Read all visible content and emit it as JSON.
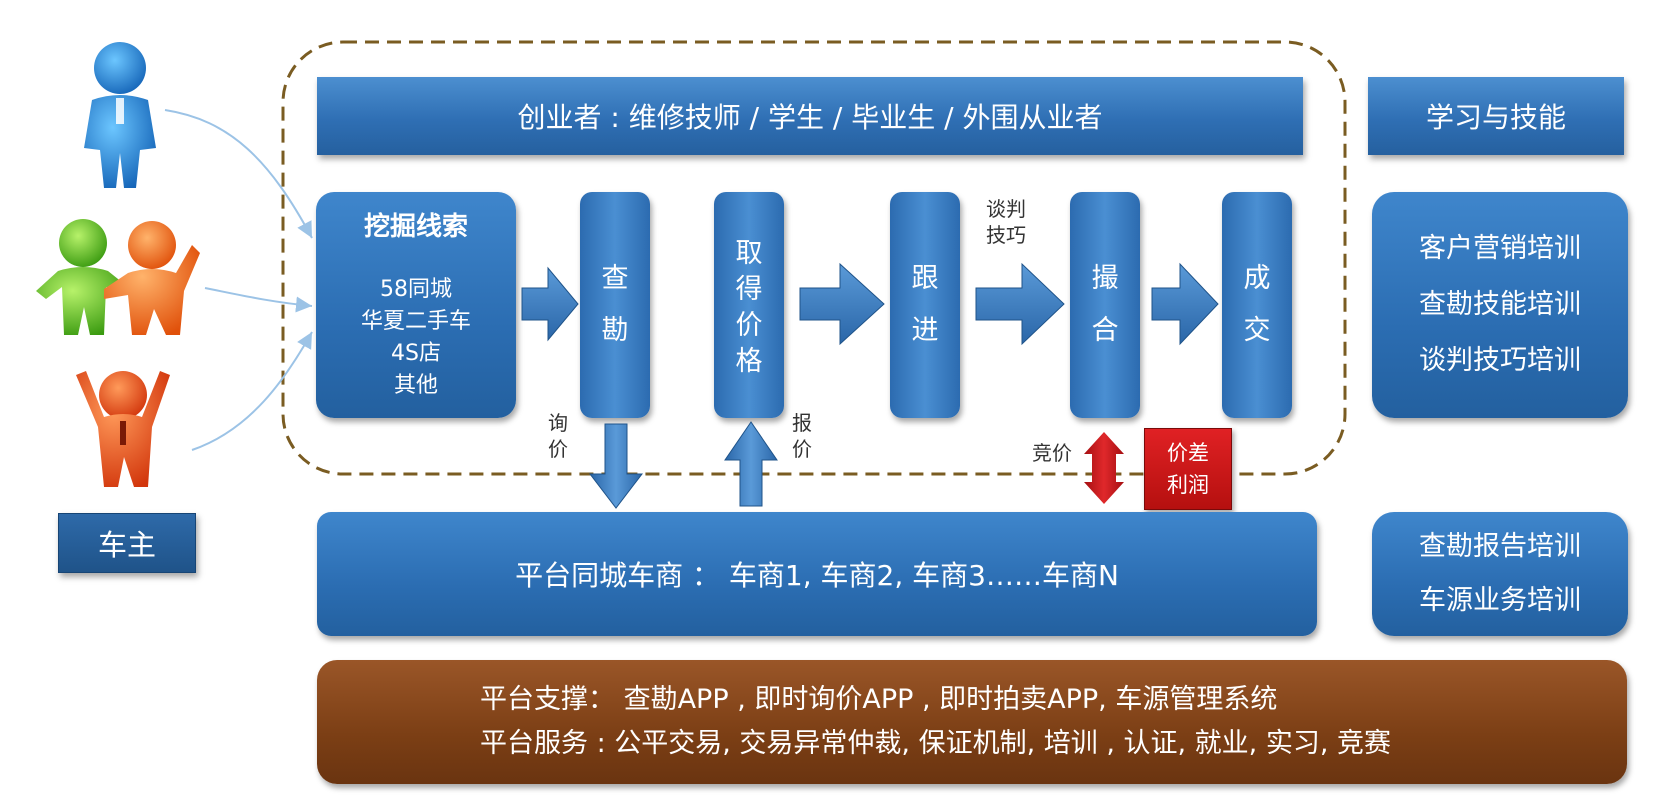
{
  "header": {
    "entrepreneurs": "创业者 : 维修技师 / 学生 / 毕业生 / 外围从业者",
    "learning": "学习与技能"
  },
  "owners": {
    "label": "车主"
  },
  "clues": {
    "title": "挖掘线索",
    "items": [
      "58同城",
      "华夏二手车",
      "4S店",
      "其他"
    ]
  },
  "steps": {
    "survey": [
      "查",
      "勘"
    ],
    "get_price": [
      "取",
      "得",
      "价",
      "格"
    ],
    "follow": [
      "跟",
      "进"
    ],
    "match": [
      "撮",
      "合"
    ],
    "deal": [
      "成",
      "交"
    ]
  },
  "labels": {
    "inquiry": [
      "询",
      "价"
    ],
    "quote": [
      "报",
      "价"
    ],
    "negotiation": [
      "谈判",
      "技巧"
    ],
    "bidding": "竞价",
    "profit": [
      "价差",
      "利润"
    ]
  },
  "dealers": {
    "text": "平台同城车商 ： 车商1,  车商2,  车商3……车商N"
  },
  "training_top": [
    "客户营销培训",
    "查勘技能培训",
    "谈判技巧培训"
  ],
  "training_bottom": [
    "查勘报告培训",
    "车源业务培训"
  ],
  "platform": {
    "support": "平台支撑： 查勘APP , 即时询价APP , 即时拍卖APP,  车源管理系统",
    "service": "平台服务 : 公平交易, 交易异常仲裁, 保证机制, 培训 , 认证, 就业, 实习, 竞赛"
  },
  "colors": {
    "blue": "#2f6fb4",
    "brown": "#8a4a1c",
    "red": "#d0181c",
    "dash": "#7a5c22"
  }
}
